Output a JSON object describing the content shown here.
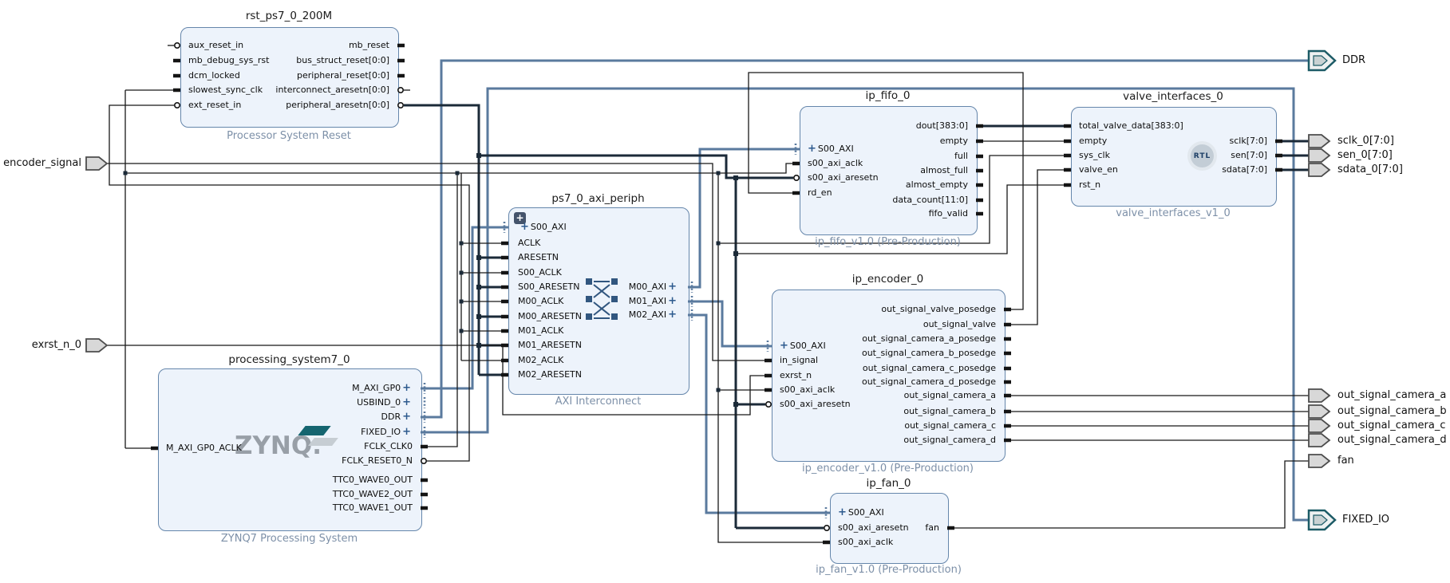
{
  "external": {
    "left": [
      "encoder_signal",
      "exrst_n_0"
    ],
    "right": [
      "DDR",
      "sclk_0[7:0]",
      "sen_0[7:0]",
      "sdata_0[7:0]",
      "out_signal_camera_a",
      "out_signal_camera_b",
      "out_signal_camera_c",
      "out_signal_camera_d",
      "fan",
      "FIXED_IO"
    ]
  },
  "icons": {
    "plus": "+",
    "rtl": "RTL",
    "zynq_logo": "ZYNQ.",
    "expand_corner": "+"
  },
  "colors": {
    "interface_wire": "#5a7a9e",
    "bus_wire": "#1b2a38",
    "signal_wire": "#181818",
    "block_fill": "#edf3fb",
    "block_border": "#6586ab",
    "subtitle_text": "#7d90a8",
    "zynq_teal": "#156570"
  },
  "blocks": {
    "reset": {
      "title": "rst_ps7_0_200M",
      "subtitle": "Processor System Reset",
      "left_ports": [
        "aux_reset_in",
        "mb_debug_sys_rst",
        "dcm_locked",
        "slowest_sync_clk",
        "ext_reset_in"
      ],
      "right_ports": [
        "mb_reset",
        "bus_struct_reset[0:0]",
        "peripheral_reset[0:0]",
        "interconnect_aresetn[0:0]",
        "peripheral_aresetn[0:0]"
      ]
    },
    "zynq": {
      "title": "processing_system7_0",
      "subtitle": "ZYNQ7 Processing System",
      "left_ports": [
        "M_AXI_GP0_ACLK"
      ],
      "right_ports": [
        "M_AXI_GP0",
        "USBIND_0",
        "DDR",
        "FIXED_IO",
        "FCLK_CLK0",
        "FCLK_RESET0_N",
        "TTC0_WAVE0_OUT",
        "TTC0_WAVE2_OUT",
        "TTC0_WAVE1_OUT"
      ]
    },
    "interconnect": {
      "title": "ps7_0_axi_periph",
      "subtitle": "AXI Interconnect",
      "left_ports": [
        "S00_AXI",
        "ACLK",
        "ARESETN",
        "S00_ACLK",
        "S00_ARESETN",
        "M00_ACLK",
        "M00_ARESETN",
        "M01_ACLK",
        "M01_ARESETN",
        "M02_ACLK",
        "M02_ARESETN"
      ],
      "right_ports": [
        "M00_AXI",
        "M01_AXI",
        "M02_AXI"
      ]
    },
    "fifo": {
      "title": "ip_fifo_0",
      "subtitle": "ip_fifo_v1.0 (Pre-Production)",
      "left_ports": [
        "S00_AXI",
        "s00_axi_aclk",
        "s00_axi_aresetn",
        "rd_en"
      ],
      "right_ports": [
        "dout[383:0]",
        "empty",
        "full",
        "almost_full",
        "almost_empty",
        "data_count[11:0]",
        "fifo_valid"
      ]
    },
    "valve": {
      "title": "valve_interfaces_0",
      "subtitle": "valve_interfaces_v1_0",
      "left_ports": [
        "total_valve_data[383:0]",
        "empty",
        "sys_clk",
        "valve_en",
        "rst_n"
      ],
      "right_ports": [
        "sclk[7:0]",
        "sen[7:0]",
        "sdata[7:0]"
      ]
    },
    "encoder": {
      "title": "ip_encoder_0",
      "subtitle": "ip_encoder_v1.0 (Pre-Production)",
      "left_ports": [
        "S00_AXI",
        "in_signal",
        "exrst_n",
        "s00_axi_aclk",
        "s00_axi_aresetn"
      ],
      "right_ports": [
        "out_signal_valve_posedge",
        "out_signal_valve",
        "out_signal_camera_a_posedge",
        "out_signal_camera_b_posedge",
        "out_signal_camera_c_posedge",
        "out_signal_camera_d_posedge",
        "out_signal_camera_a",
        "out_signal_camera_b",
        "out_signal_camera_c",
        "out_signal_camera_d"
      ]
    },
    "fan": {
      "title": "ip_fan_0",
      "subtitle": "ip_fan_v1.0 (Pre-Production)",
      "left_ports": [
        "S00_AXI",
        "s00_axi_aresetn",
        "s00_axi_aclk"
      ],
      "right_ports": [
        "fan"
      ]
    }
  }
}
